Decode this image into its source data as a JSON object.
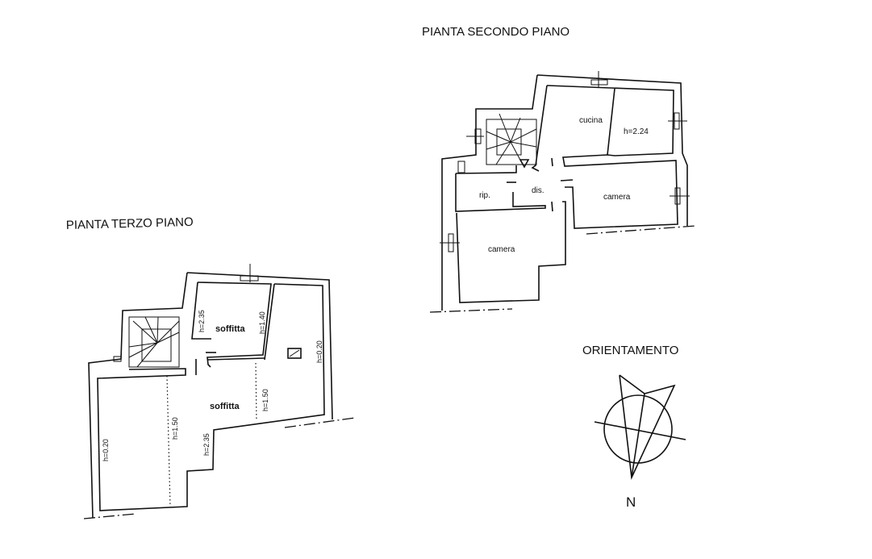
{
  "titles": {
    "second_floor": "PIANTA SECONDO PIANO",
    "third_floor": "PIANTA TERZO PIANO",
    "orientation": "ORIENTAMENTO",
    "north": "N"
  },
  "second_floor_rooms": {
    "kitchen": "cucina",
    "kitchen_height": "h=2.24",
    "storage": "rip.",
    "hallway": "dis.",
    "bedroom_east": "camera",
    "bedroom_west": "camera"
  },
  "third_floor_rooms": {
    "attic_north": "soffitta",
    "attic_south": "soffitta",
    "h_north_left": "h=2.35",
    "h_north_right": "h=1.40",
    "h_east": "h=0.20",
    "h_mid_right": "h=1.50",
    "h_mid_left": "h=1.50",
    "h_step": "h=2.35",
    "h_west": "h=0.20"
  }
}
